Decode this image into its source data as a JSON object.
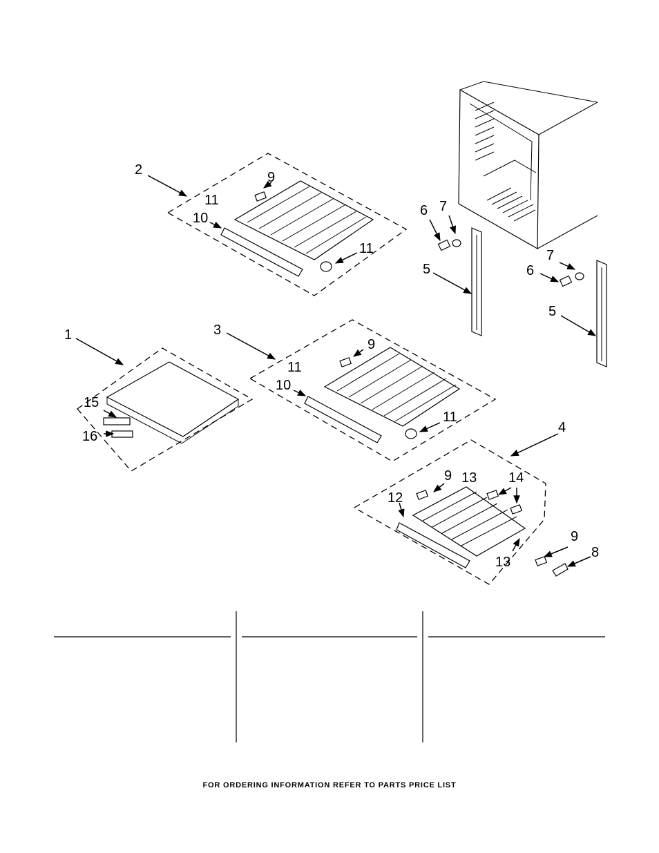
{
  "callouts": {
    "c1": "1",
    "c2": "2",
    "c3": "3",
    "c4": "4",
    "c5a": "5",
    "c5b": "5",
    "c6a": "6",
    "c6b": "6",
    "c7a": "7",
    "c7b": "7",
    "c8": "8",
    "c9a": "9",
    "c9b": "9",
    "c9c": "9",
    "c9d": "9",
    "c10a": "10",
    "c10b": "10",
    "c11a": "11",
    "c11b": "11",
    "c11c": "11",
    "c11d": "11",
    "c12": "12",
    "c13a": "13",
    "c13b": "13",
    "c14": "14",
    "c15": "15",
    "c16": "16"
  },
  "footer": {
    "text": "FOR ORDERING INFORMATION REFER TO PARTS PRICE LIST"
  }
}
